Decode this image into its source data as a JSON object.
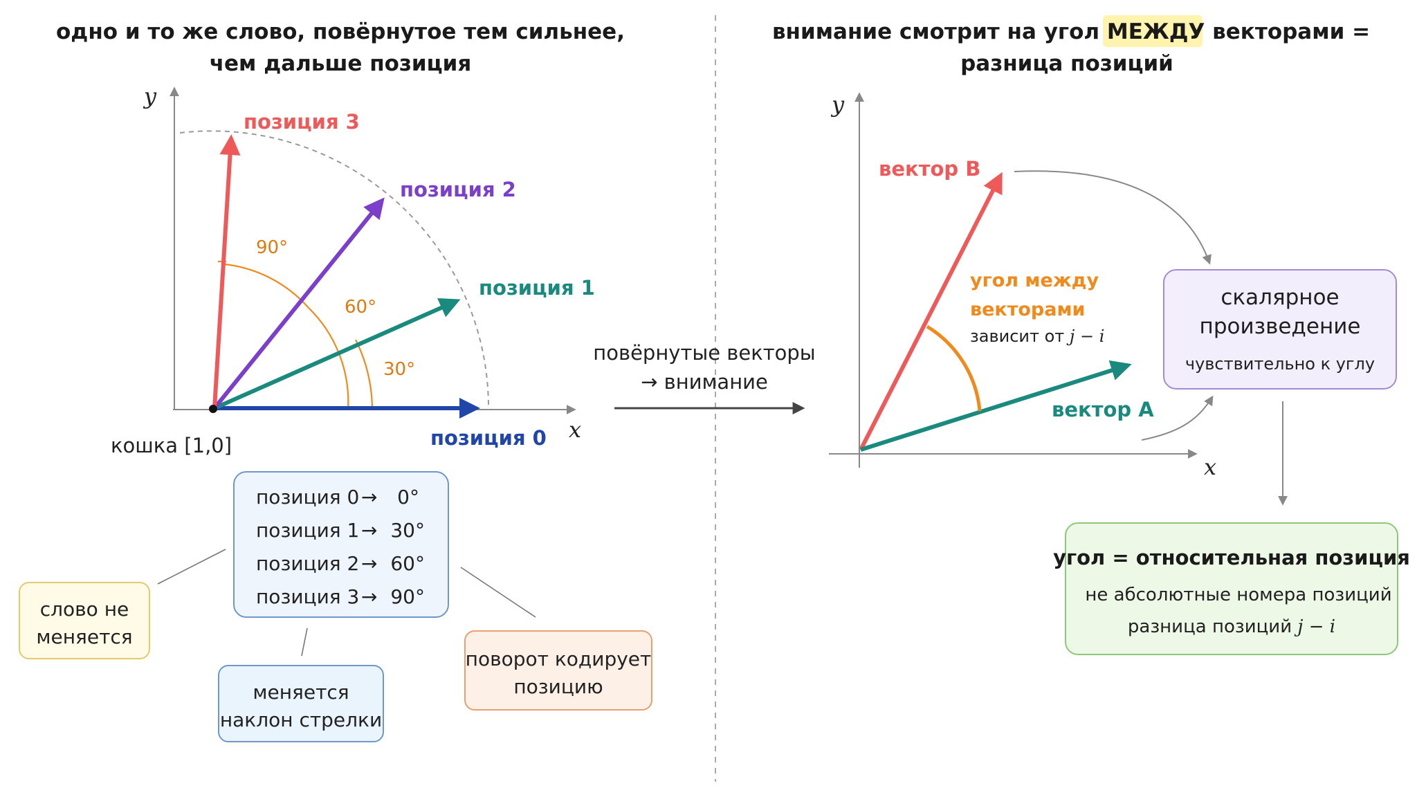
{
  "left": {
    "title_line1": "одно и то же слово, повёрнутое тем сильнее,",
    "title_line2": "чем дальше позиция",
    "axis_x": "x",
    "axis_y": "y",
    "origin_label": "кошка [1,0]",
    "vectors": [
      {
        "label": "позиция 0",
        "angle_deg": 0,
        "color": "#1f46a8"
      },
      {
        "label": "позиция 1",
        "angle_deg": 30,
        "color": "#1a8a7e"
      },
      {
        "label": "позиция 2",
        "angle_deg": 60,
        "color": "#7b3fc9"
      },
      {
        "label": "позиция 3",
        "angle_deg": 90,
        "color": "#ee5a5a"
      }
    ],
    "angle_labels": [
      "30°",
      "60°",
      "90°"
    ],
    "mapping": [
      {
        "pos": "позиция 0",
        "arrow": "→",
        "deg": "0°"
      },
      {
        "pos": "позиция 1",
        "arrow": "→",
        "deg": "30°"
      },
      {
        "pos": "позиция 2",
        "arrow": "→",
        "deg": "60°"
      },
      {
        "pos": "позиция 3",
        "arrow": "→",
        "deg": "90°"
      }
    ],
    "note_word": {
      "line1": "слово не",
      "line2": "меняется"
    },
    "note_slope": {
      "line1": "меняется",
      "line2": "наклон стрелки"
    },
    "note_rotation": {
      "line1": "поворот кодирует",
      "line2": "позицию"
    }
  },
  "middle": {
    "line1": "повёрнутые векторы",
    "line2": "→ внимание"
  },
  "right": {
    "title_line1_pre": "внимание смотрит на угол ",
    "title_highlight": "МЕЖДУ",
    "title_line1_post": " векторами =",
    "title_line2": "разница позиций",
    "axis_x": "x",
    "axis_y": "y",
    "vector_b": "вектор B",
    "vector_a": "вектор A",
    "angle_line1": "угол между",
    "angle_line2": "векторами",
    "angle_line3_pre": "зависит от ",
    "angle_line3_math": "j − i",
    "dot_box": {
      "line1": "скалярное",
      "line2": "произведение",
      "line3": "чувствительно к углу"
    },
    "result_box": {
      "title": "угол = относительная позиция",
      "line1": "не абсолютные номера позиций",
      "line2_pre": "разница позиций ",
      "line2_math": "j − i"
    }
  },
  "colors": {
    "red": "#ee5a5a",
    "teal": "#1a8a7e",
    "purple": "#7b3fc9",
    "blue": "#1f46a8",
    "orange": "#f08a1c",
    "highlight": "#fff3b0"
  }
}
